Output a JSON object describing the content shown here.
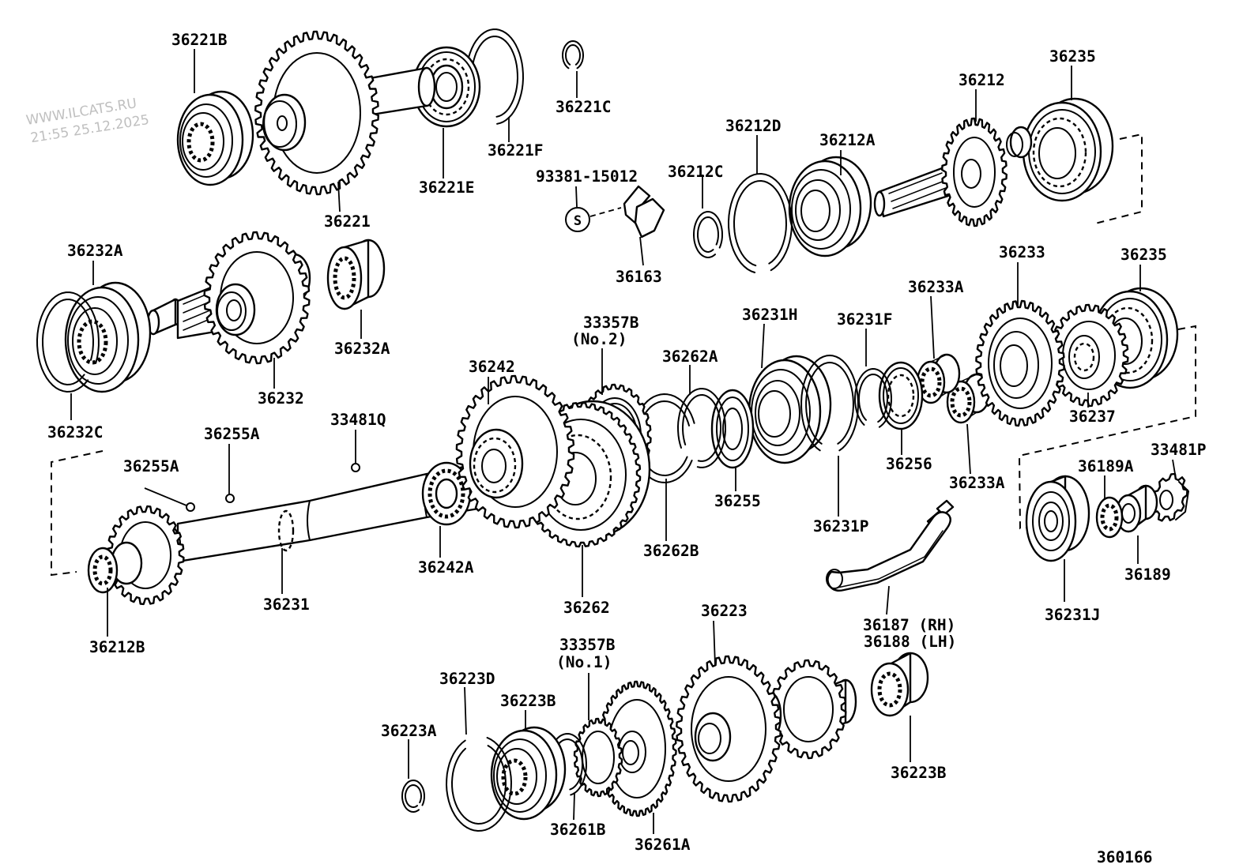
{
  "colors": {
    "line": "#000000",
    "background": "#ffffff",
    "watermark": "#bfbfbf"
  },
  "watermark": {
    "line1": "WWW.ILCATS.RU",
    "line2": "21:55 25.12.2025"
  },
  "diagram_code": "360166",
  "screw_symbol": "S",
  "parts": {
    "p36221b": "36221B",
    "p36221": "36221",
    "p36221e": "36221E",
    "p36221f": "36221F",
    "p36221c": "36221C",
    "p93381": "93381-15012",
    "p36163": "36163",
    "p36212c": "36212C",
    "p36212d": "36212D",
    "p36212a": "36212A",
    "p36212": "36212",
    "p36235_top": "36235",
    "p36232a_1": "36232A",
    "p36232a_2": "36232A",
    "p36232c": "36232C",
    "p36232": "36232",
    "p36255a_1": "36255A",
    "p36255a_2": "36255A",
    "p33481q": "33481Q",
    "p36242": "36242",
    "p33357b_2": "33357B",
    "note_no2": "(No.2)",
    "p36262a": "36262A",
    "p36231h": "36231H",
    "p36231f": "36231F",
    "p36233a_top": "36233A",
    "p36233": "36233",
    "p36235_right": "36235",
    "p36237": "36237",
    "p36256": "36256",
    "p36233a_bottom": "36233A",
    "p36255": "36255",
    "p36231p": "36231P",
    "p36242a": "36242A",
    "p36231": "36231",
    "p36212b": "36212B",
    "p36262": "36262",
    "p36262b": "36262B",
    "p36223": "36223",
    "p33357b_1": "33357B",
    "note_no1": "(No.1)",
    "p36223d": "36223D",
    "p36223b_left": "36223B",
    "p36223a": "36223A",
    "p36261b": "36261B",
    "p36261a": "36261A",
    "p36223b_right": "36223B",
    "p36187": "36187 (RH)",
    "p36188": "36188 (LH)",
    "p36231j": "36231J",
    "p36189a": "36189A",
    "p36189": "36189",
    "p33481p": "33481P"
  }
}
